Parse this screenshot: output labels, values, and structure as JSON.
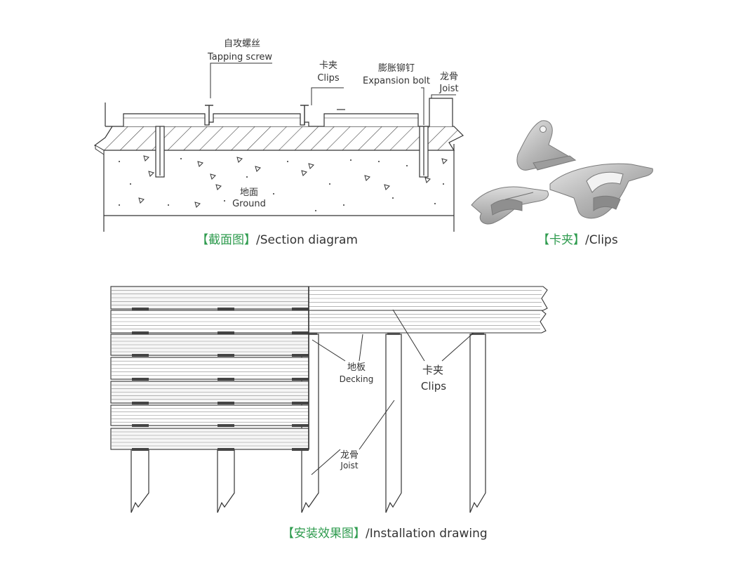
{
  "section": {
    "tapping_screw_cn": "自攻螺丝",
    "tapping_screw_en": "Tapping screw",
    "clips_cn": "卡夹",
    "clips_en": "Clips",
    "expansion_bolt_cn": "膨胀铆钉",
    "expansion_bolt_en": "Expansion bolt",
    "joist_cn": "龙骨",
    "joist_en": "Joist",
    "ground_cn": "地面",
    "ground_en": "Ground",
    "caption_cn": "【截面图】",
    "caption_en": "/Section diagram"
  },
  "clips_photo": {
    "caption_cn": "【卡夹】",
    "caption_en": "/Clips"
  },
  "install": {
    "decking_cn": "地板",
    "decking_en": "Decking",
    "clips_cn": "卡夹",
    "clips_en": "Clips",
    "joist_cn": "龙骨",
    "joist_en": "Joist",
    "caption_cn": "【安装效果图】",
    "caption_en": "/Installation drawing"
  },
  "colors": {
    "caption_bracket": "#2e9b4e",
    "line": "#333333",
    "metal": "#b9b9b9"
  }
}
